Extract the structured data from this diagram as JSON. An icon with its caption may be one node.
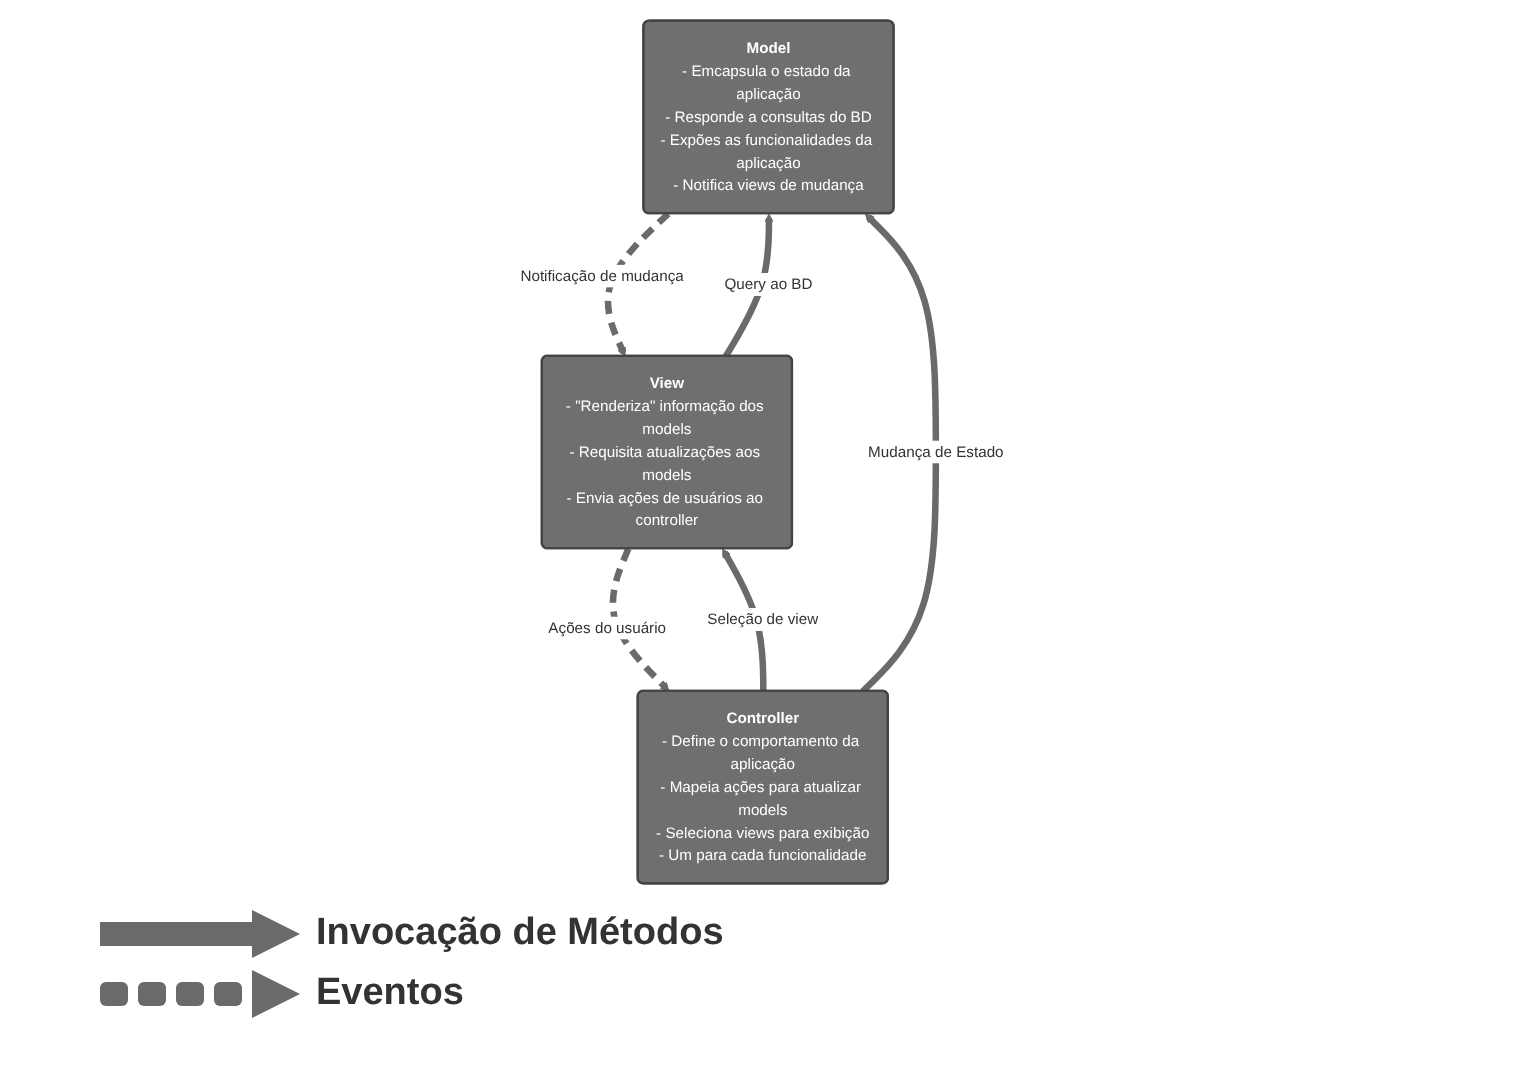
{
  "diagram": {
    "nodes": [
      {
        "text": [
          "Model",
          "- Emcapsula o estado da aplicação",
          "- Responde a consultas do BD",
          "- Expões as funcionalidades da aplicação",
          "- Notifica views de mudança"
        ]
      },
      {
        "text": [
          "View",
          "- \"Renderiza\" informação dos models",
          "- Requisita atualizações aos models",
          "- Envia ações de usuários ao controller"
        ]
      },
      {
        "text": [
          "Controller",
          "- Define o comportamento da aplicação",
          "- Mapeia ações para atualizar models",
          "- Seleciona views para exibição",
          "- Um para cada funcionalidade"
        ]
      }
    ],
    "edges": [
      {
        "from": 1,
        "to": 0,
        "arrow": "to",
        "label": "Query ao BD"
      },
      {
        "from": 0,
        "to": 1,
        "arrow": "to",
        "label": "Notificação de mudança",
        "style": "dashed"
      },
      {
        "from": 2,
        "to": 0,
        "arrow": "to",
        "label": "Mudança de Estado"
      },
      {
        "from": 2,
        "to": 1,
        "arrow": "to",
        "label": "Seleção de view"
      },
      {
        "from": 1,
        "to": 2,
        "arrow": "to",
        "label": "Ações do usuário",
        "style": "dashed"
      }
    ],
    "legend": [
      {
        "text": "Invocação de Métodos"
      },
      {
        "text": "Eventos"
      }
    ]
  }
}
